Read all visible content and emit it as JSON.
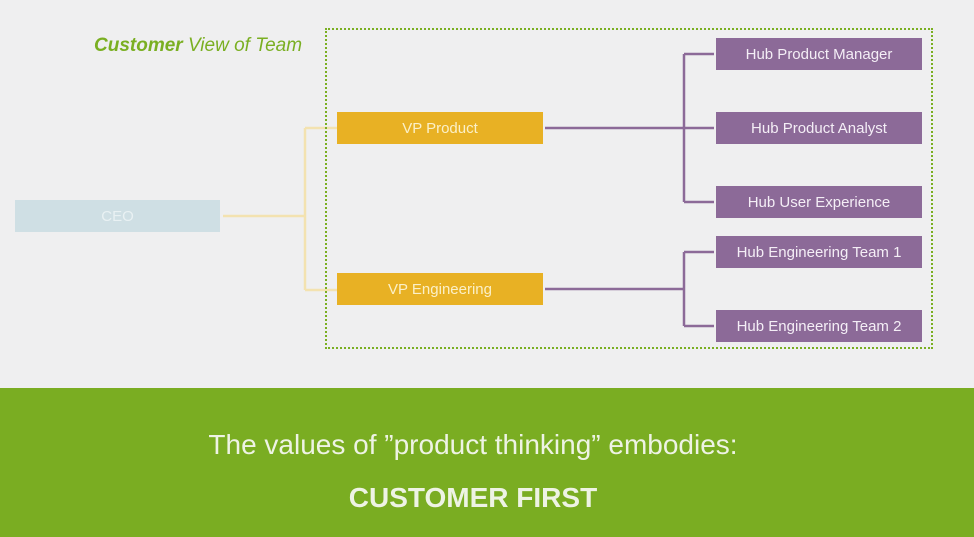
{
  "title": {
    "bold": "Customer",
    "rest": " View of Team"
  },
  "org_chart": {
    "root": {
      "label": "CEO"
    },
    "vps": [
      {
        "label": "VP Product",
        "reports": [
          "Hub Product Manager",
          "Hub Product Analyst",
          "Hub User Experience"
        ]
      },
      {
        "label": "VP Engineering",
        "reports": [
          "Hub Engineering Team 1",
          "Hub Engineering Team 2"
        ]
      }
    ]
  },
  "colors": {
    "accent_green": "#7aad22",
    "vp_yellow": "#e8b124",
    "hub_purple": "#8c6a98",
    "ceo_blue": "#cfdfe4",
    "ceo_connector": "#f3e2b0",
    "hub_connector": "#8c6a98"
  },
  "banner": {
    "line1": "The values of ”product thinking” embodies:",
    "line2": "CUSTOMER FIRST"
  }
}
